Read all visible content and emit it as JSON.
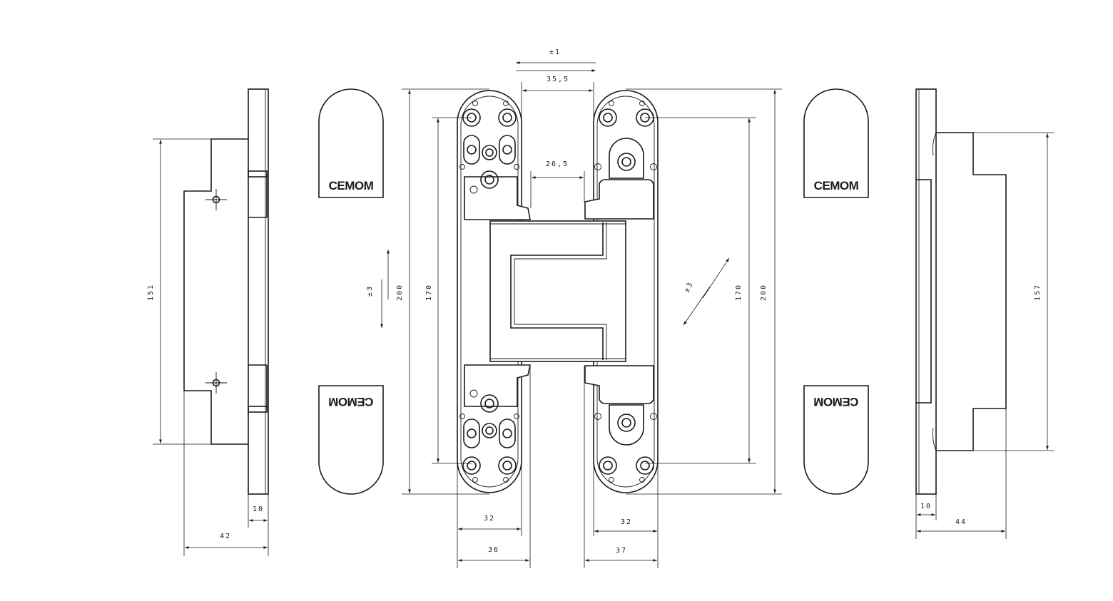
{
  "brand": {
    "logo_text": "CEMOM"
  },
  "dimensions": {
    "adjust_lateral": "±1",
    "top_width": "35,5",
    "mid_width": "26,5",
    "adjust_vertical": "±3",
    "adjust_depth": "±3",
    "height_total_left": "200",
    "height_total_right": "200",
    "screw_pitch_left": "170",
    "screw_pitch_right": "170",
    "side_left_pocket": "151",
    "side_right_pocket": "157",
    "side_left_thickness": "10",
    "side_left_depth": "42",
    "side_right_thickness": "10",
    "side_right_depth": "44",
    "left_leaf_width_inner": "32",
    "left_leaf_width_outer": "36",
    "right_leaf_width_inner": "32",
    "right_leaf_width_outer": "37"
  }
}
